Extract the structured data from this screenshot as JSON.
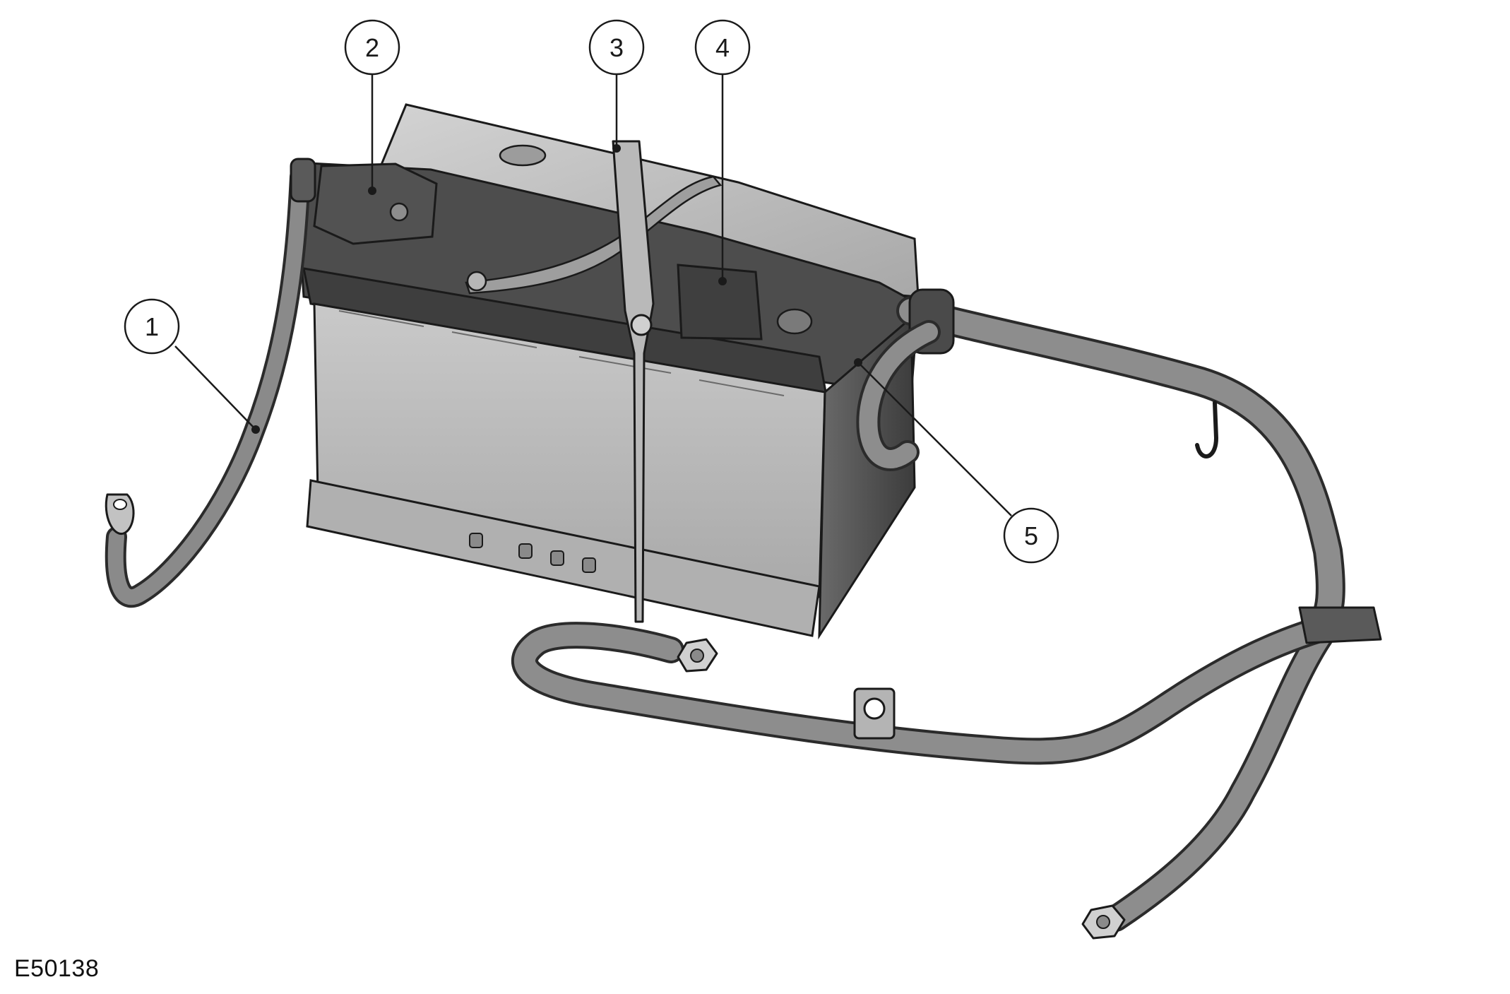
{
  "figure": {
    "id": "E50138",
    "colors": {
      "line": "#1a1a1a",
      "case_front": "#bdbdbd",
      "case_top": "#c7c7c7",
      "dark_top": "#4a4a4a",
      "cable_fill": "#8a8a8a",
      "cable_edge": "#2b2b2b"
    }
  },
  "callouts": [
    {
      "number": "1"
    },
    {
      "number": "2"
    },
    {
      "number": "3"
    },
    {
      "number": "4"
    },
    {
      "number": "5"
    }
  ]
}
